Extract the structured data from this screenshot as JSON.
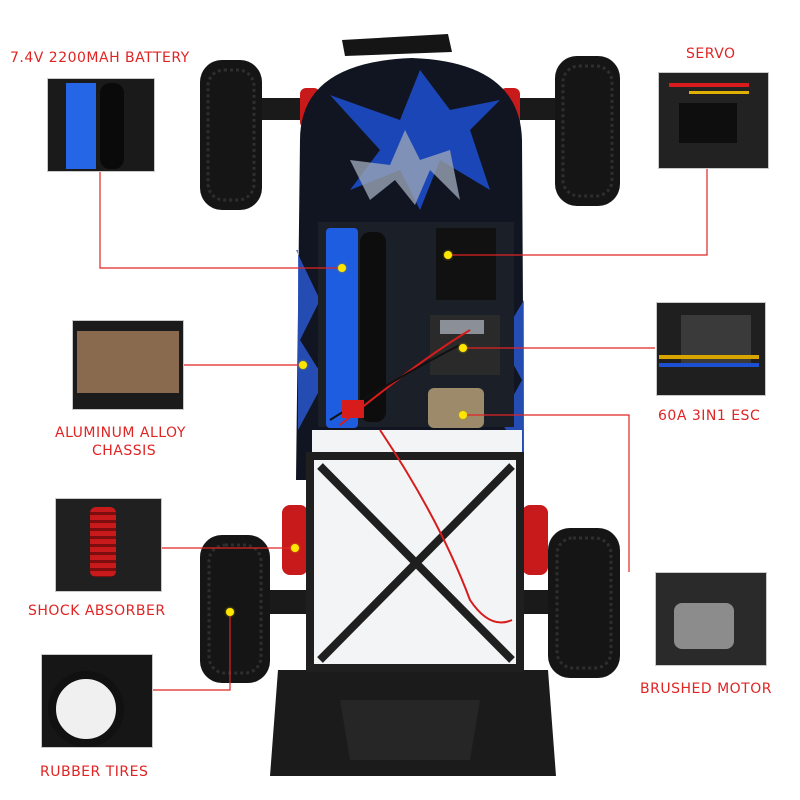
{
  "callouts": {
    "battery": "7.4V 2200MAH BATTERY",
    "servo": "SERVO",
    "chassis_line1": "ALUMINUM ALLOY",
    "chassis_line2": "CHASSIS",
    "esc": "60A 3IN1 ESC",
    "shock": "SHOCK ABSORBER",
    "motor": "BRUSHED MOTOR",
    "tires": "RUBBER TIRES"
  },
  "colors": {
    "label_red": "#e02424",
    "leader_line": "#e02424",
    "marker_dot": "#ffe600",
    "body_blue": "#1d4fd1",
    "body_dark": "#101521"
  }
}
